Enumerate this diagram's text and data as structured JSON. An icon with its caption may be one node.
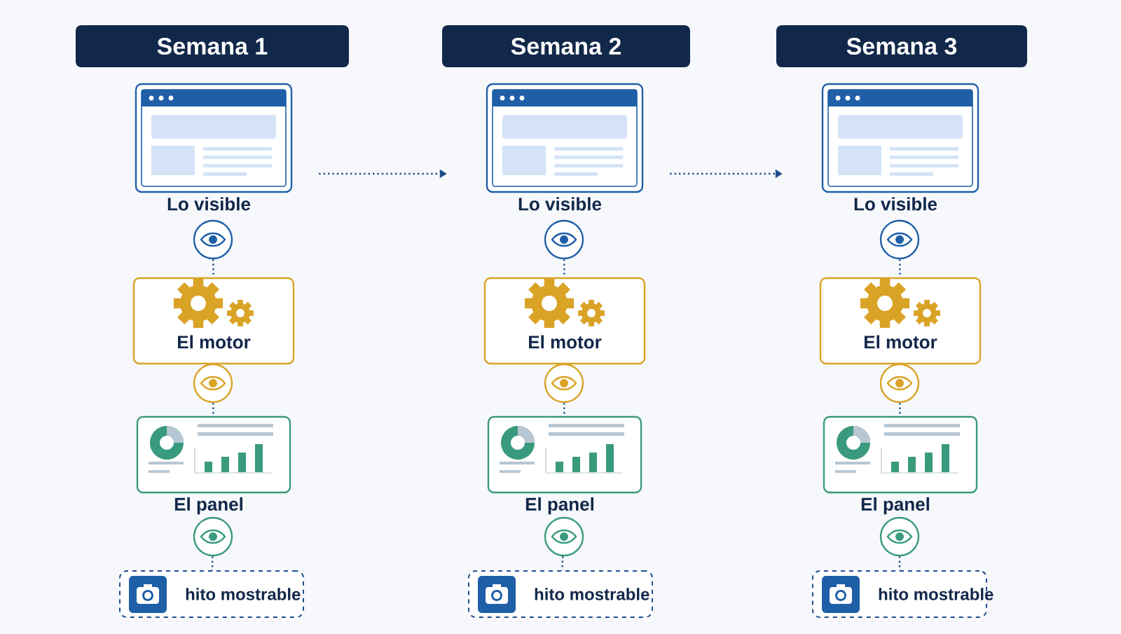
{
  "diagram": {
    "nodes": [
      {
        "text": [
          "Semana 1"
        ]
      },
      {
        "text": [
          "Lo visible"
        ]
      },
      {
        "text": [],
        "shape": "circle"
      },
      {
        "text": [
          "El motor"
        ]
      },
      {
        "text": [],
        "shape": "circle"
      },
      {
        "text": [
          "El panel"
        ]
      },
      {
        "text": [],
        "shape": "circle"
      },
      {
        "text": [
          "hito mostrable"
        ]
      },
      {
        "text": [
          "Semana 2"
        ]
      },
      {
        "text": [
          "Lo visible"
        ]
      },
      {
        "text": [],
        "shape": "circle"
      },
      {
        "text": [
          "El motor"
        ]
      },
      {
        "text": [],
        "shape": "circle"
      },
      {
        "text": [
          "El panel"
        ]
      },
      {
        "text": [],
        "shape": "circle"
      },
      {
        "text": [
          "hito mostrable"
        ]
      },
      {
        "text": [
          "Semana 3"
        ]
      },
      {
        "text": [
          "Lo visible"
        ]
      },
      {
        "text": [],
        "shape": "circle"
      },
      {
        "text": [
          "El motor"
        ]
      },
      {
        "text": [],
        "shape": "circle"
      },
      {
        "text": [
          "El panel"
        ]
      },
      {
        "text": [],
        "shape": "circle"
      },
      {
        "text": [
          "hito mostrable"
        ]
      }
    ],
    "edges": [
      {
        "from": 2,
        "to": 3,
        "arrow": "none",
        "style": "dashed"
      },
      {
        "from": 4,
        "to": 5,
        "arrow": "none",
        "style": "dashed"
      },
      {
        "from": 6,
        "to": 7,
        "arrow": "none",
        "style": "dashed"
      },
      {
        "from": 10,
        "to": 11,
        "arrow": "none",
        "style": "dashed"
      },
      {
        "from": 12,
        "to": 13,
        "arrow": "none",
        "style": "dashed"
      },
      {
        "from": 14,
        "to": 15,
        "arrow": "none",
        "style": "dashed"
      },
      {
        "from": 18,
        "to": 19,
        "arrow": "none",
        "style": "dashed"
      },
      {
        "from": 20,
        "to": 21,
        "arrow": "none",
        "style": "dashed"
      },
      {
        "from": 22,
        "to": 23,
        "arrow": "none",
        "style": "dashed"
      },
      {
        "from": 1,
        "to": 9,
        "arrow": "to",
        "style": "dashed"
      },
      {
        "from": 9,
        "to": 17,
        "arrow": "to",
        "style": "dashed"
      }
    ]
  }
}
